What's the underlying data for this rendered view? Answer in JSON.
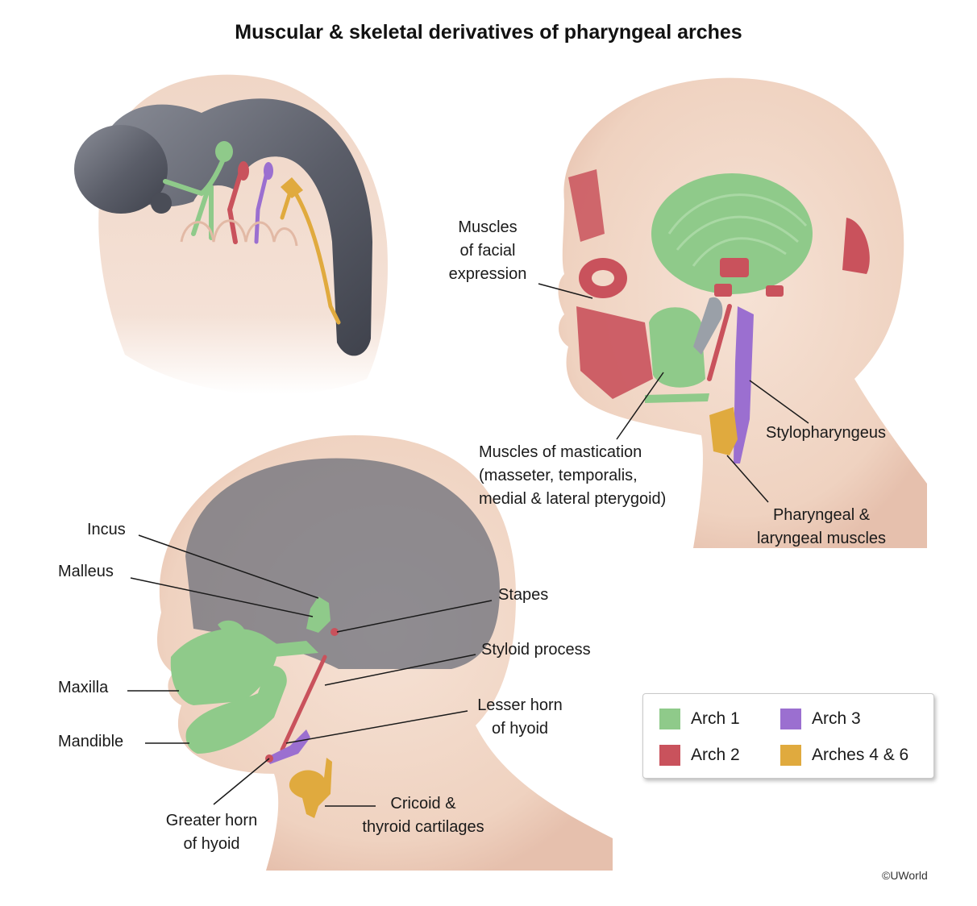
{
  "title": "Muscular & skeletal derivatives of pharyngeal arches",
  "colors": {
    "arch1": "#8fca8a",
    "arch2": "#c9525c",
    "arch3": "#9b6fd0",
    "arch46": "#e0aa3e",
    "skin": "#f2d9c9",
    "brain": "#5c5f6b"
  },
  "labels": {
    "facial_expression": [
      "Muscles",
      "of facial",
      "expression"
    ],
    "mastication": [
      "Muscles of mastication",
      "(masseter, temporalis,",
      "medial & lateral pterygoid)"
    ],
    "stylopharyngeus": "Stylopharyngeus",
    "pharyngeal_laryngeal": [
      "Pharyngeal &",
      "laryngeal muscles"
    ],
    "incus": "Incus",
    "malleus": "Malleus",
    "stapes": "Stapes",
    "styloid": "Styloid process",
    "maxilla": "Maxilla",
    "mandible": "Mandible",
    "lesser_horn": [
      "Lesser horn",
      "of hyoid"
    ],
    "greater_horn": [
      "Greater horn",
      "of hyoid"
    ],
    "cricoid": [
      "Cricoid &",
      "thyroid cartilages"
    ]
  },
  "legend": {
    "arch1": "Arch 1",
    "arch2": "Arch 2",
    "arch3": "Arch 3",
    "arch46": "Arches 4 & 6"
  },
  "copyright": "©UWorld"
}
